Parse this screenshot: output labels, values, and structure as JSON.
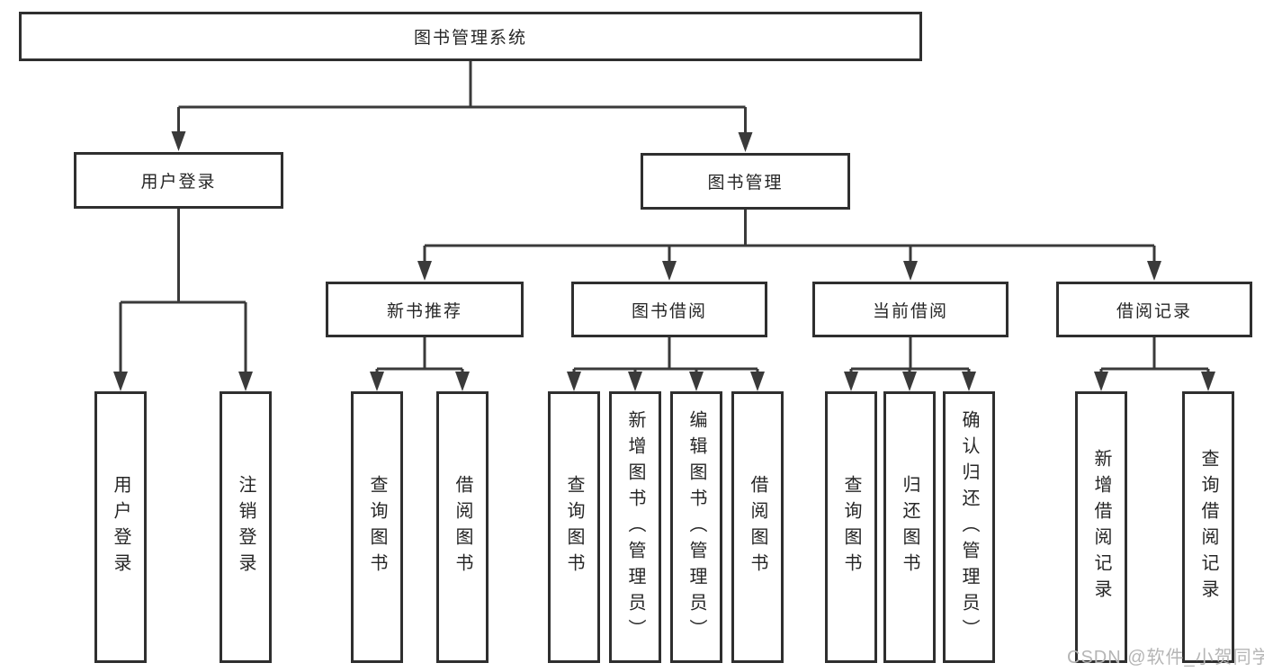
{
  "diagram_title": "图书管理系统",
  "tree": {
    "label": "图书管理系统",
    "children": [
      {
        "label": "用户登录",
        "children": [
          {
            "label": "用户登录"
          },
          {
            "label": "注销登录"
          }
        ]
      },
      {
        "label": "图书管理",
        "children": [
          {
            "label": "新书推荐",
            "children": [
              {
                "label": "查询图书"
              },
              {
                "label": "借阅图书"
              }
            ]
          },
          {
            "label": "图书借阅",
            "children": [
              {
                "label": "查询图书"
              },
              {
                "label": "新增图书（管理员）"
              },
              {
                "label": "编辑图书（管理员）"
              },
              {
                "label": "借阅图书"
              }
            ]
          },
          {
            "label": "当前借阅",
            "children": [
              {
                "label": "查询图书"
              },
              {
                "label": "归还图书"
              },
              {
                "label": "确认归还（管理员）"
              }
            ]
          },
          {
            "label": "借阅记录",
            "children": [
              {
                "label": "新增借阅记录"
              },
              {
                "label": "查询借阅记录"
              }
            ]
          }
        ]
      }
    ]
  },
  "watermark": "CSDN @软件_小贺同学",
  "colors": {
    "box_border": "#2f2f2f",
    "connector_line": "#3a3a3a",
    "text": "#262626",
    "watermark_text": "#b5b5b5",
    "background": "#ffffff"
  }
}
